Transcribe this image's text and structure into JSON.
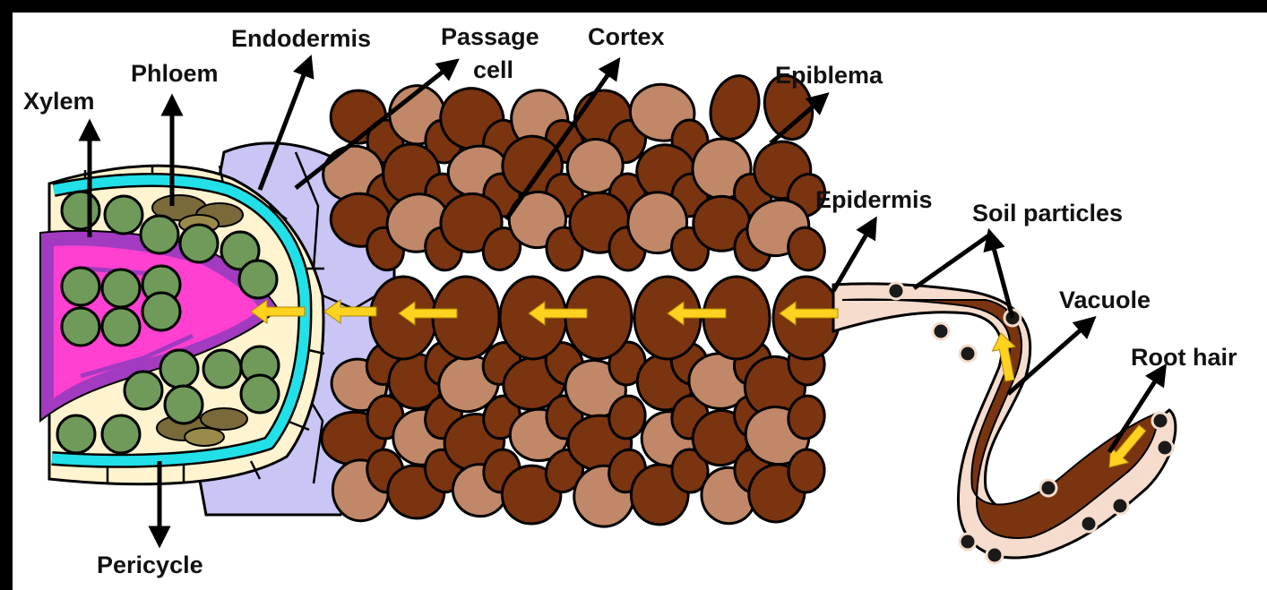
{
  "labels": {
    "xylem": "Xylem",
    "phloem": "Phloem",
    "endodermis": "Endodermis",
    "passage_line1": "Passage",
    "passage_line2": "cell",
    "cortex": "Cortex",
    "epiblema": "Epiblema",
    "epidermis": "Epidermis",
    "soil_particles": "Soil particles",
    "vacuole": "Vacuole",
    "root_hair": "Root hair",
    "pericycle": "Pericycle"
  },
  "colors": {
    "xylem_cell": "#6f9a5a",
    "phloem_cell": "#7a6a3a",
    "pith_purple": "#a23bc0",
    "pith_magenta": "#ff40d0",
    "pericycle_cyan": "#22e0e8",
    "cream": "#fff4cf",
    "endodermis": "#c9c5f5",
    "cortex_dark": "#7a3410",
    "cortex_light": "#c08868",
    "roothair_outer": "#f5dccc",
    "water_arrow": "#ffd21f"
  }
}
